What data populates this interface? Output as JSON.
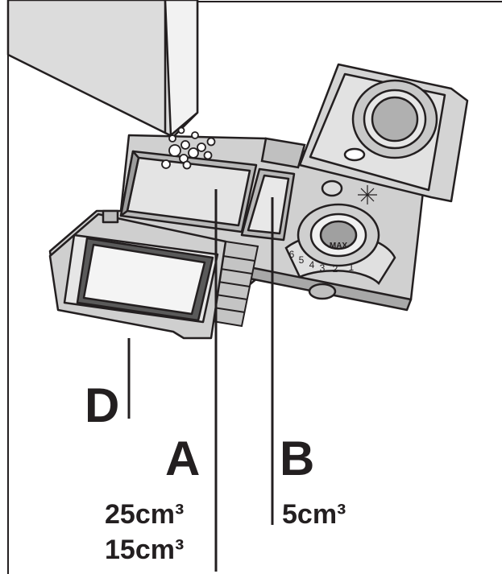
{
  "labels": {
    "d": "D",
    "a": "A",
    "b": "B",
    "a_volume_1": "25cm³",
    "a_volume_2": "15cm³",
    "b_volume": "5cm³"
  },
  "dial": {
    "max_label": "MAX",
    "numbers": [
      "6",
      "5",
      "4",
      "3",
      "2",
      "1"
    ]
  },
  "colors": {
    "ink": "#231f20",
    "body": "#d0d0d0",
    "body_dark": "#a8a8a8",
    "highlight": "#efefef"
  }
}
